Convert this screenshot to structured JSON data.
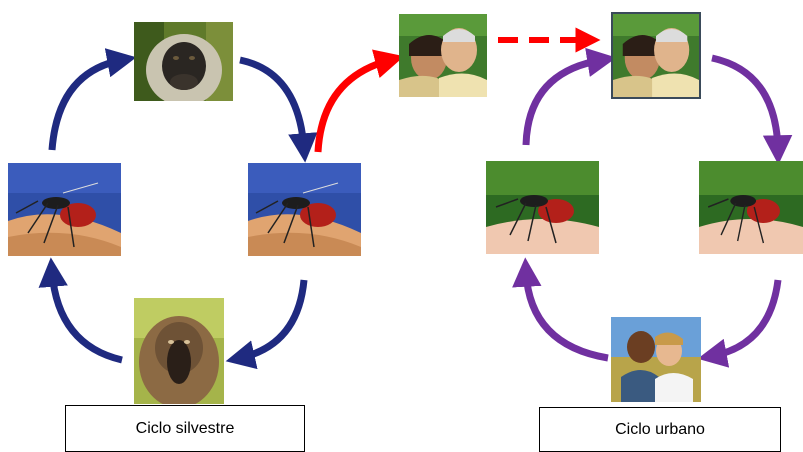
{
  "diagram": {
    "sylvatic_cycle": {
      "label": "Ciclo silvestre",
      "nodes": [
        "monkey",
        "mosquito",
        "baboon",
        "mosquito"
      ],
      "arrow_color": "#1f2a80"
    },
    "urban_cycle": {
      "label": "Ciclo urbano",
      "nodes": [
        "elderly couple",
        "mosquito",
        "couple",
        "mosquito"
      ],
      "arrow_color": "#7030a0"
    },
    "spillover_color": "#ff0000"
  }
}
